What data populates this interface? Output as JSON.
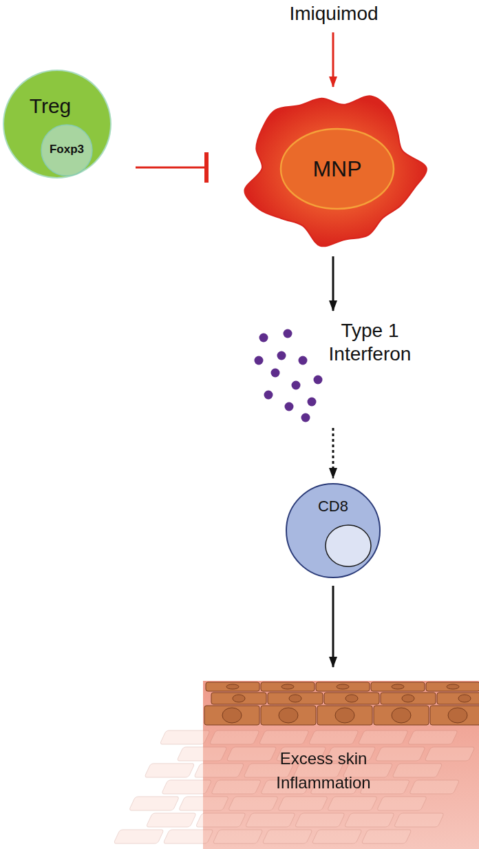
{
  "diagram": {
    "nodes": [
      {
        "text": [
          "Imiquimod"
        ]
      },
      {
        "text": [
          "Treg"
        ]
      },
      {
        "text": [
          "Foxp3"
        ],
        "in": 1
      },
      {
        "text": [
          "MNP"
        ]
      },
      {
        "text": [
          "Type 1 Interferon"
        ]
      },
      {
        "text": [
          "CD8"
        ]
      },
      {
        "text": [
          "Excess skin Inflammation"
        ]
      }
    ],
    "edges": [
      {
        "from": 0,
        "to": 3,
        "arrow": "to"
      },
      {
        "from": 1,
        "to": 3,
        "arrow": "to"
      },
      {
        "from": 3,
        "to": 4,
        "arrow": "to"
      },
      {
        "from": 4,
        "to": 5,
        "arrow": "to"
      },
      {
        "from": 5,
        "to": 6,
        "arrow": "to"
      }
    ]
  }
}
